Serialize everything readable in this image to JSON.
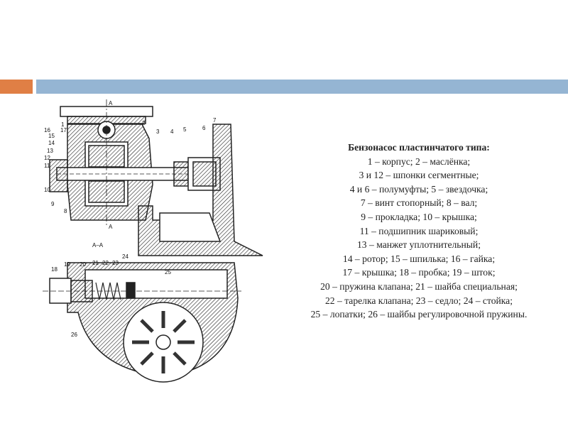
{
  "slide": {
    "accent_colors": {
      "orange": "#e07f45",
      "blue": "#95b5d3"
    },
    "caption": {
      "title": "Бензонасос пластинчатого типа:",
      "lines": [
        "1 – корпус; 2 – маслёнка;",
        "3 и 12 – шпонки сегментные;",
        "4 и 6 – полумуфты; 5 – звездочка;",
        "7 – винт стопорный; 8 – вал;",
        "9 – прокладка; 10 – крышка;",
        "11 – подшипник шариковый;",
        "13 – манжет уплотнительный;",
        "14 – ротор; 15 – шпилька; 16 – гайка;",
        "17 – крышка; 18 – пробка; 19 – шток;",
        "20 – пружина клапана; 21 – шайба специальная;",
        "22 – тарелка клапана; 23 – седло; 24 – стойка;",
        "25 – лопатки; 26 – шайбы регулировочной пружины."
      ]
    },
    "drawing_labels": {
      "section_a_top": "А",
      "section_a_bottom": "А",
      "section_aa": "А–А",
      "n1": "1",
      "n2": "2",
      "n3": "3",
      "n4": "4",
      "n5": "5",
      "n6": "6",
      "n7": "7",
      "n8": "8",
      "n9": "9",
      "n10": "10",
      "n11": "11",
      "n12": "12",
      "n13": "13",
      "n14": "14",
      "n15": "15",
      "n16": "16",
      "n17": "17",
      "n18": "18",
      "n19": "19",
      "n20": "20",
      "n21": "21",
      "n22": "22",
      "n23": "23",
      "n24": "24",
      "n25": "25",
      "n26": "26"
    }
  }
}
